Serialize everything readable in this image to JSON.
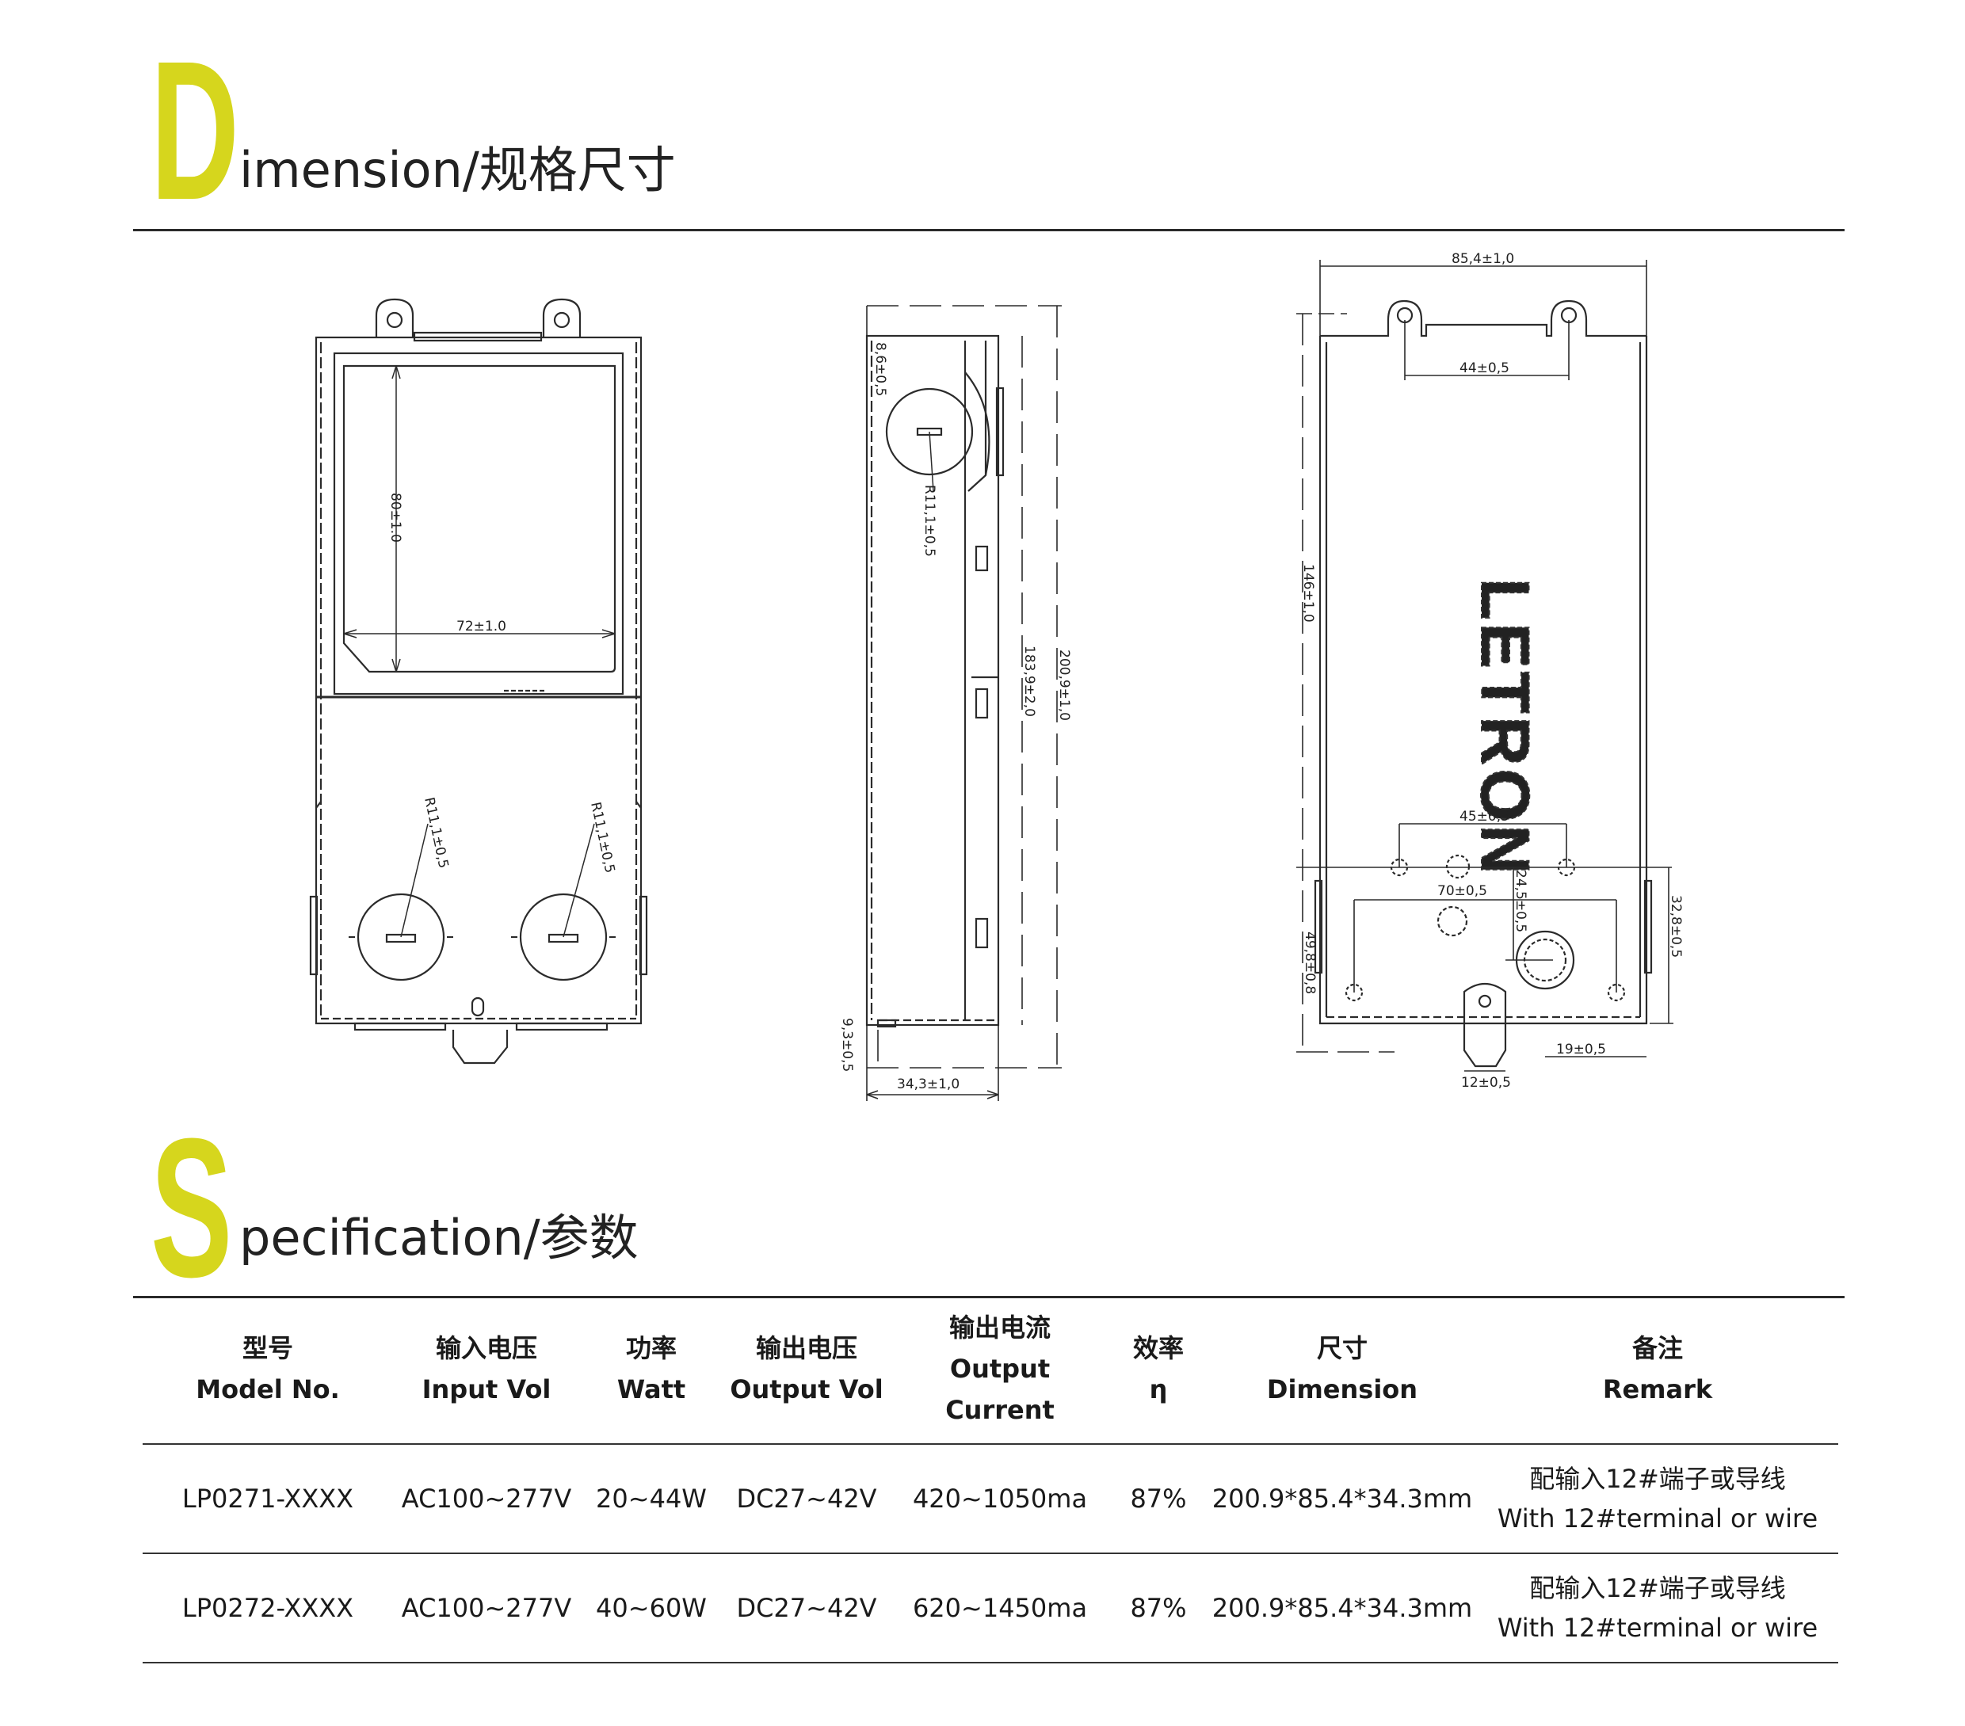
{
  "dimension_section": {
    "letter": "D",
    "title": "imension/规格尺寸"
  },
  "specification_section": {
    "letter": "S",
    "title": "pecification/参数"
  },
  "drawing": {
    "front_view_labels": {
      "window_height": "80±1.0",
      "window_width": "72±1.0",
      "knockout_left_radius": "R11,1±0,5",
      "knockout_right_radius": "R11,1±0,5"
    },
    "side_view_labels": {
      "top_offset": "8,6±0,5",
      "knockout_radius": "R11,1±0,5",
      "inner_length": "183,9±2,0",
      "total_length": "200,9±1,0",
      "bottom_offset": "9,3±0,5",
      "depth": "34,3±1,0"
    },
    "back_view_labels": {
      "overall_width": "85,4±1,0",
      "top_hole_spacing": "44±0,5",
      "height_to_holes": "146±1,0",
      "bottom_hole_spacing": "45±0,5",
      "lower_hole_spacing": "70±0,5",
      "hole_offset": "24,5±0,5",
      "bottom_height": "49,8±0,8",
      "right_height": "32,8±0,5",
      "right_offset": "19±0,5",
      "tab_width": "12±0,5"
    },
    "logo_text": "LETRON"
  },
  "spec_table": {
    "headers": [
      {
        "cn": "型号",
        "en": "Model No."
      },
      {
        "cn": "输入电压",
        "en": "Input Vol"
      },
      {
        "cn": "功率",
        "en": "Watt"
      },
      {
        "cn": "输出电压",
        "en": "Output Vol"
      },
      {
        "cn": "输出电流",
        "en": "Output Current"
      },
      {
        "cn": "效率",
        "en": "η"
      },
      {
        "cn": "尺寸",
        "en": "Dimension"
      },
      {
        "cn": "备注",
        "en": "Remark"
      }
    ],
    "rows": [
      {
        "model": "LP0271-XXXX",
        "input_vol": "AC100~277V",
        "watt": "20~44W",
        "output_vol": "DC27~42V",
        "output_current": "420~1050ma",
        "efficiency": "87%",
        "dimension": "200.9*85.4*34.3mm",
        "remark_cn": "配输入12#端子或导线",
        "remark_en": "With 12#terminal or wire"
      },
      {
        "model": "LP0272-XXXX",
        "input_vol": "AC100~277V",
        "watt": "40~60W",
        "output_vol": "DC27~42V",
        "output_current": "620~1450ma",
        "efficiency": "87%",
        "dimension": "200.9*85.4*34.3mm",
        "remark_cn": "配输入12#端子或导线",
        "remark_en": "With 12#terminal or wire"
      }
    ]
  },
  "colors": {
    "accent_yellow": "#d6d61d",
    "line": "#2a2a2a"
  }
}
